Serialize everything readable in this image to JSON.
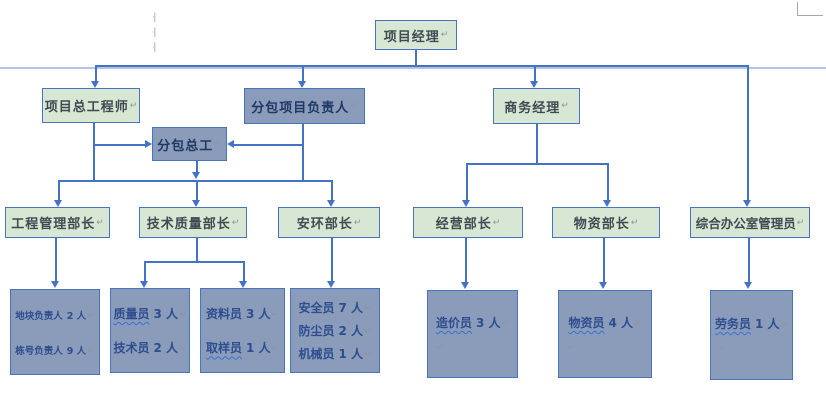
{
  "org": {
    "top": {
      "label": "项目经理"
    },
    "level2": [
      {
        "label": "项目总工程师"
      },
      {
        "label": "分包项目负责人"
      },
      {
        "label": "商务经理"
      }
    ],
    "level3": [
      {
        "label": "分包总工"
      }
    ],
    "departments": [
      {
        "label": "工程管理部长"
      },
      {
        "label": "技术质量部长"
      },
      {
        "label": "安环部长"
      },
      {
        "label": "经营部长"
      },
      {
        "label": "物资部长"
      },
      {
        "label": "综合办公室管理员"
      }
    ],
    "staff": [
      {
        "lines": [
          {
            "role": "地块负责人",
            "count": "2 人"
          },
          {
            "role": "栋号负责人",
            "count": "9 人"
          }
        ]
      },
      {
        "lines": [
          {
            "role": "质量员",
            "count": "3 人"
          },
          {
            "role": "技术员",
            "count": "2 人"
          }
        ]
      },
      {
        "lines": [
          {
            "role": "资料员",
            "count": "3 人"
          },
          {
            "role": "取样员",
            "count": "1 人"
          }
        ]
      },
      {
        "lines": [
          {
            "role": "安全员",
            "count": "7 人"
          },
          {
            "role": "防尘员",
            "count": "2 人"
          },
          {
            "role": "机械员",
            "count": "1 人"
          }
        ]
      },
      {
        "lines": [
          {
            "role": "造价员",
            "count": "3 人"
          }
        ]
      },
      {
        "lines": [
          {
            "role": "物资员",
            "count": "4 人"
          }
        ]
      },
      {
        "lines": [
          {
            "role": "劳务员",
            "count": "1 人"
          }
        ]
      }
    ]
  },
  "marks": {
    "return_mark": "↵",
    "hidden_para_mark": "·▏"
  },
  "colors": {
    "green_fill": "#d7e7d3",
    "blue_fill": "#8a9cba",
    "box_border": "#4674c1",
    "line": "#4472c4",
    "light_line": "#b0c5e8",
    "green_text": "#3f4a52",
    "navy_text": "#1f3864",
    "staff_text": "#2e4d8f",
    "squiggle": "#3a6fd8",
    "ret_mark": "#8f959c"
  }
}
